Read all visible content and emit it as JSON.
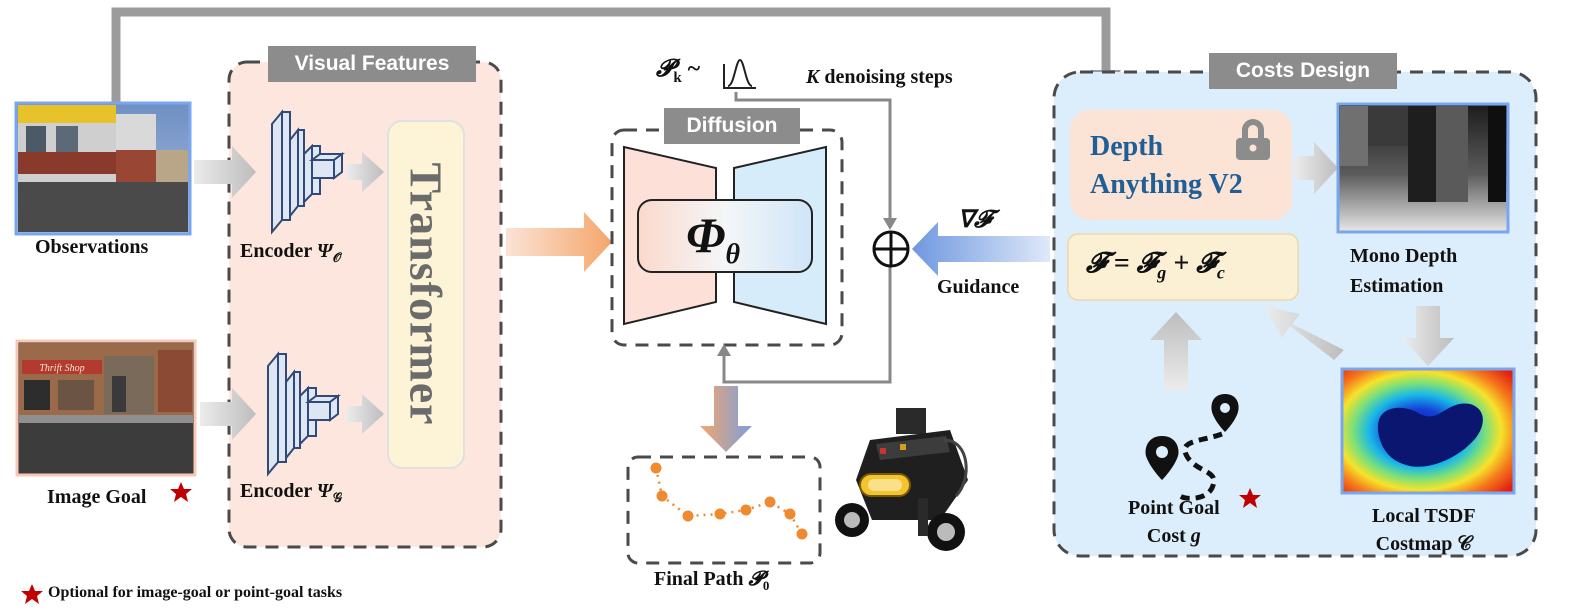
{
  "panels": {
    "visual_features": "Visual Features",
    "diffusion": "Diffusion",
    "costs_design": "Costs Design"
  },
  "labels": {
    "observations": "Observations",
    "image_goal": "Image Goal",
    "encoder_o_prefix": "Encoder ",
    "encoder_o_sym": "Ψ",
    "encoder_o_sub": "𝒪",
    "encoder_g_prefix": "Encoder ",
    "encoder_g_sym": "Ψ",
    "encoder_g_sub": "𝒢",
    "transformer": "Transformer",
    "phi": "Φ",
    "phi_sub": "θ",
    "pk_prefix": "𝓟",
    "pk_sub": "k",
    "pk_tilde": "~",
    "k_sym": "K",
    "k_steps": " denoising steps",
    "grad_f": "∇𝓕",
    "guidance": "Guidance",
    "oplus": "⊕",
    "depth_anything_1": "Depth",
    "depth_anything_2": "Anything V2",
    "cost_eq": "𝓕 = 𝓕",
    "cost_eq_g": "g",
    "cost_eq_plus": " + 𝓕",
    "cost_eq_c": "c",
    "mono_depth_1": "Mono Depth",
    "mono_depth_2": "Estimation",
    "local_tsdf_1": "Local TSDF",
    "local_tsdf_2": "Costmap 𝒞",
    "point_goal_1": "Point Goal",
    "point_goal_2": "Cost ",
    "point_goal_g": "g",
    "final_path": "Final Path ",
    "final_path_sym": "𝓟",
    "final_path_sub": "0",
    "footnote": "Optional for image-goal or point-goal tasks",
    "thrift_sign": "Thrift Shop"
  },
  "colors": {
    "visual_panel_bg": "#fde6de",
    "costs_panel_bg": "#dceefb",
    "diffusion_left": "#fde0d8",
    "diffusion_right": "#d6ecfb",
    "transformer_bg": "#fdf3d7",
    "depth_anything_bg": "#fbe3d6",
    "depth_anything_text": "#1f5f95",
    "cost_eq_bg": "#fcf0d4",
    "guidance_arrow": "#7a9fe0",
    "path_orange": "#f08a30",
    "header_gray": "#8c8c8c",
    "star_red": "#c00000"
  },
  "icons": [
    "lock-icon",
    "map-pin-icon",
    "star-icon",
    "robot-image",
    "costmap-heatmap"
  ]
}
